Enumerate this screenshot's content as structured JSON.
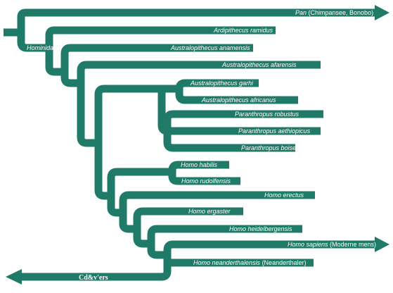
{
  "colors": {
    "branch": "#1f7a68",
    "text": "#ffffff",
    "background": "#ffffff"
  },
  "tree": {
    "root_label": "Hominidae",
    "pan": {
      "italic": "Pan",
      "normal": " (Chimpansee, Bonobo)"
    },
    "taxa": {
      "ardipithecus": "Ardipithecus ramidus",
      "anamensis": "Australopithecus anamensis",
      "afarensis": "Australopithecus afarensis",
      "garhi": "Australopithecus garhi",
      "africanus": "Australopithecus africanus",
      "robustus": "Paranthropus robustus",
      "aethiopicus": "Paranthropus aethiopicus",
      "boisei": "Paranthropus boisei",
      "habilis": "Homo habilis",
      "rudolfensis": "Homo rudolfensis",
      "erectus": "Homo erectus",
      "ergaster": "Homo ergaster",
      "heidelbergensis": "Homo heidelbergensis"
    },
    "sapiens": {
      "italic": "Homo sapiens",
      "normal": " (Moderne mens)"
    },
    "neanderthalensis": {
      "italic": "Homo neanderthalensis",
      "normal": " (Neanderthaler)"
    },
    "footer_label": "Cd&v'ers"
  }
}
